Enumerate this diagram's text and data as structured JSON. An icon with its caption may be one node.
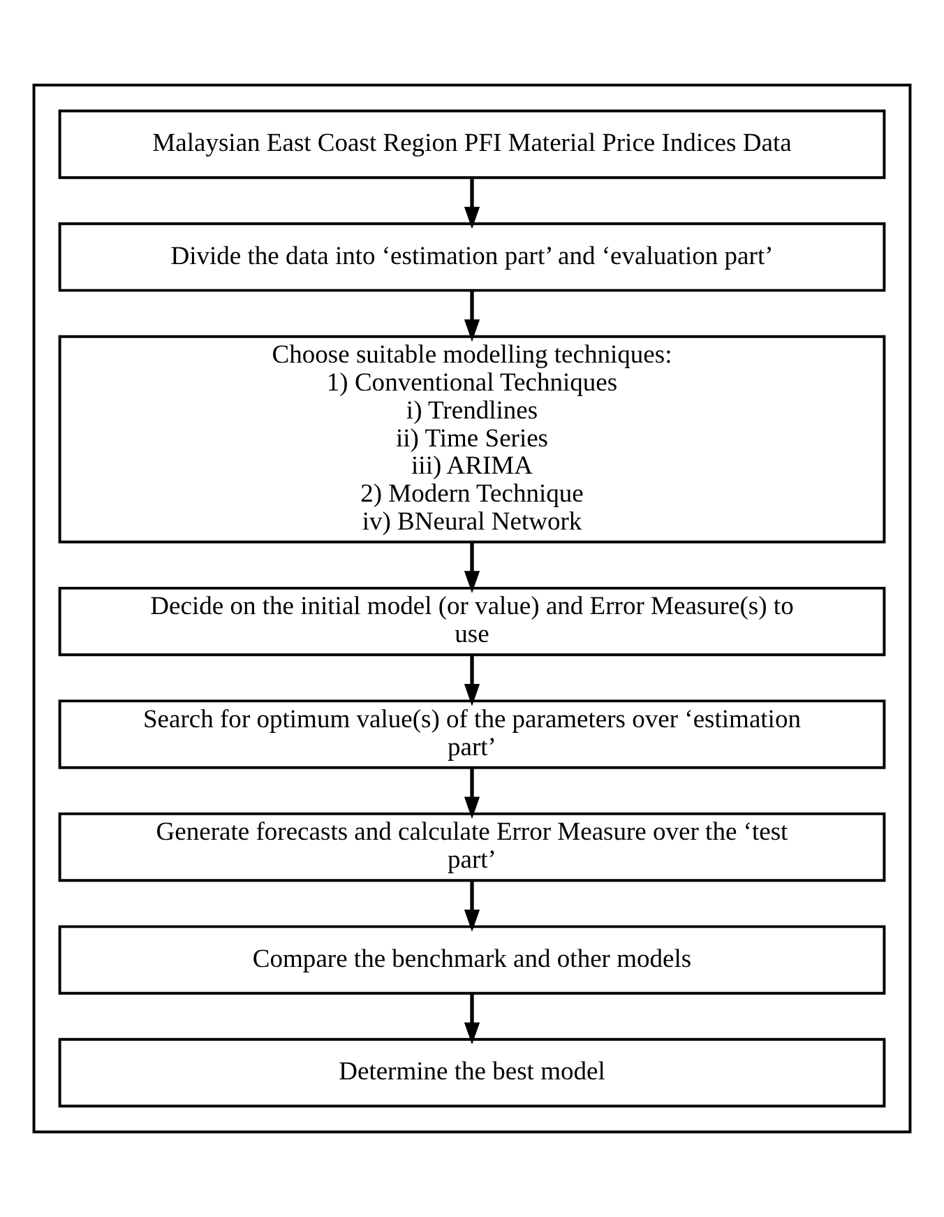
{
  "diagram": {
    "nodes": [
      {
        "text": [],
        "shape": "box"
      },
      {
        "text": [
          "Malaysian East Coast Region PFI Material Price Indices Data"
        ],
        "in": 0
      },
      {
        "text": [
          "Divide the data into ‘estimation part’ and ‘evaluation part’"
        ],
        "in": 0
      },
      {
        "text": [
          "Choose suitable modelling techniques:",
          "1) Conventional Techniques",
          "i) Trendlines",
          "ii) Time Series",
          "iii) ARIMA",
          "2) Modern Technique",
          "iv) BNeural Network"
        ],
        "in": 0
      },
      {
        "text": [
          "Decide on the initial model (or value) and Error Measure(s) to use"
        ],
        "in": 0
      },
      {
        "text": [
          "Search for optimum value(s) of the parameters over ‘estimation part’"
        ],
        "in": 0
      },
      {
        "text": [
          "Generate forecasts and calculate Error Measure over the ‘test part’"
        ],
        "in": 0
      },
      {
        "text": [
          "Compare the benchmark and other models"
        ],
        "in": 0
      },
      {
        "text": [
          "Determine the best model"
        ],
        "in": 0
      }
    ],
    "edges": [
      {
        "from": 1,
        "to": 2,
        "arrow": "to"
      },
      {
        "from": 2,
        "to": 3,
        "arrow": "to"
      },
      {
        "from": 3,
        "to": 4,
        "arrow": "to"
      },
      {
        "from": 4,
        "to": 5,
        "arrow": "to"
      },
      {
        "from": 5,
        "to": 6,
        "arrow": "to"
      },
      {
        "from": 6,
        "to": 7,
        "arrow": "to"
      },
      {
        "from": 7,
        "to": 8,
        "arrow": "to"
      }
    ]
  }
}
